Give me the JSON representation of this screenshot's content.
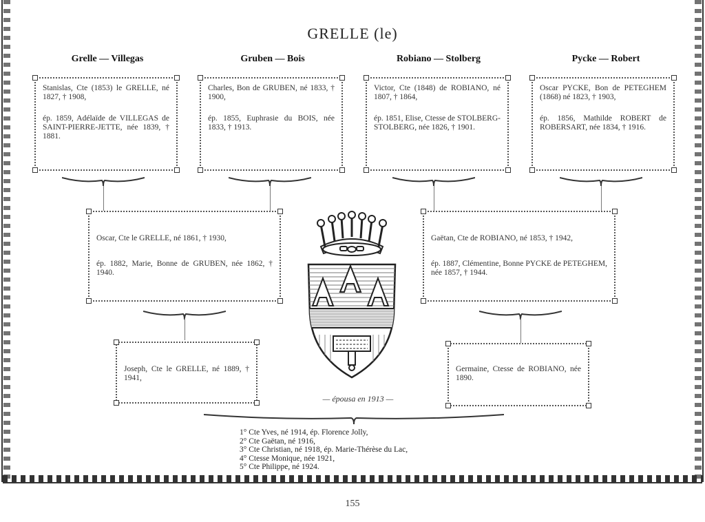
{
  "title": "GRELLE (le)",
  "heads": [
    "Grelle — Villegas",
    "Gruben — Bois",
    "Robiano — Stolberg",
    "Pycke — Robert"
  ],
  "gen1": [
    {
      "p1": "Stanislas, Cte (1853) le GRELLE, né 1827, † 1908,",
      "p2": "ép. 1859, Adélaïde de VILLEGAS de SAINT-PIERRE-JETTE, née 1839, † 1881."
    },
    {
      "p1": "Charles, Bon de GRUBEN, né 1833, † 1900,",
      "p2": "ép. 1855, Euphrasie du BOIS, née 1833, † 1913."
    },
    {
      "p1": "Victor, Cte (1848) de ROBIANO, né 1807, † 1864,",
      "p2": "ép. 1851, Elise, Ctesse de STOLBERG-STOLBERG, née 1826, † 1901."
    },
    {
      "p1": "Oscar PYCKE, Bon de PETEGHEM (1868) né 1823, † 1903,",
      "p2": "ép. 1856, Mathilde ROBERT de ROBERSART, née 1834, † 1916."
    }
  ],
  "gen2": [
    {
      "p1": "Oscar, Cte le GRELLE, né 1861, † 1930,",
      "p2": "ép. 1882, Marie, Bonne de GRUBEN, née 1862, † 1940."
    },
    {
      "p1": "Gaëtan, Cte de ROBIANO, né 1853, † 1942,",
      "p2": "ép. 1887, Clémentine, Bonne PYCKE de PETEGHEM, née 1857, † 1944."
    }
  ],
  "gen3": [
    {
      "p1": "Joseph, Cte le GRELLE, né 1889, † 1941,"
    },
    {
      "p1": "Germaine, Ctesse de ROBIANO, née 1890."
    }
  ],
  "epousa": "— épousa en 1913 —",
  "children": [
    "1° Cte Yves, né 1914, ép. Florence Jolly,",
    "2° Cte Gaëtan, né 1916,",
    "3° Cte Christian, né 1918, ép. Marie-Thérèse du Lac,",
    "4° Ctesse Monique, née 1921,",
    "5° Cte Philippe, né 1924."
  ],
  "page_number": "155",
  "coat_of_arms_letters": "AAA"
}
